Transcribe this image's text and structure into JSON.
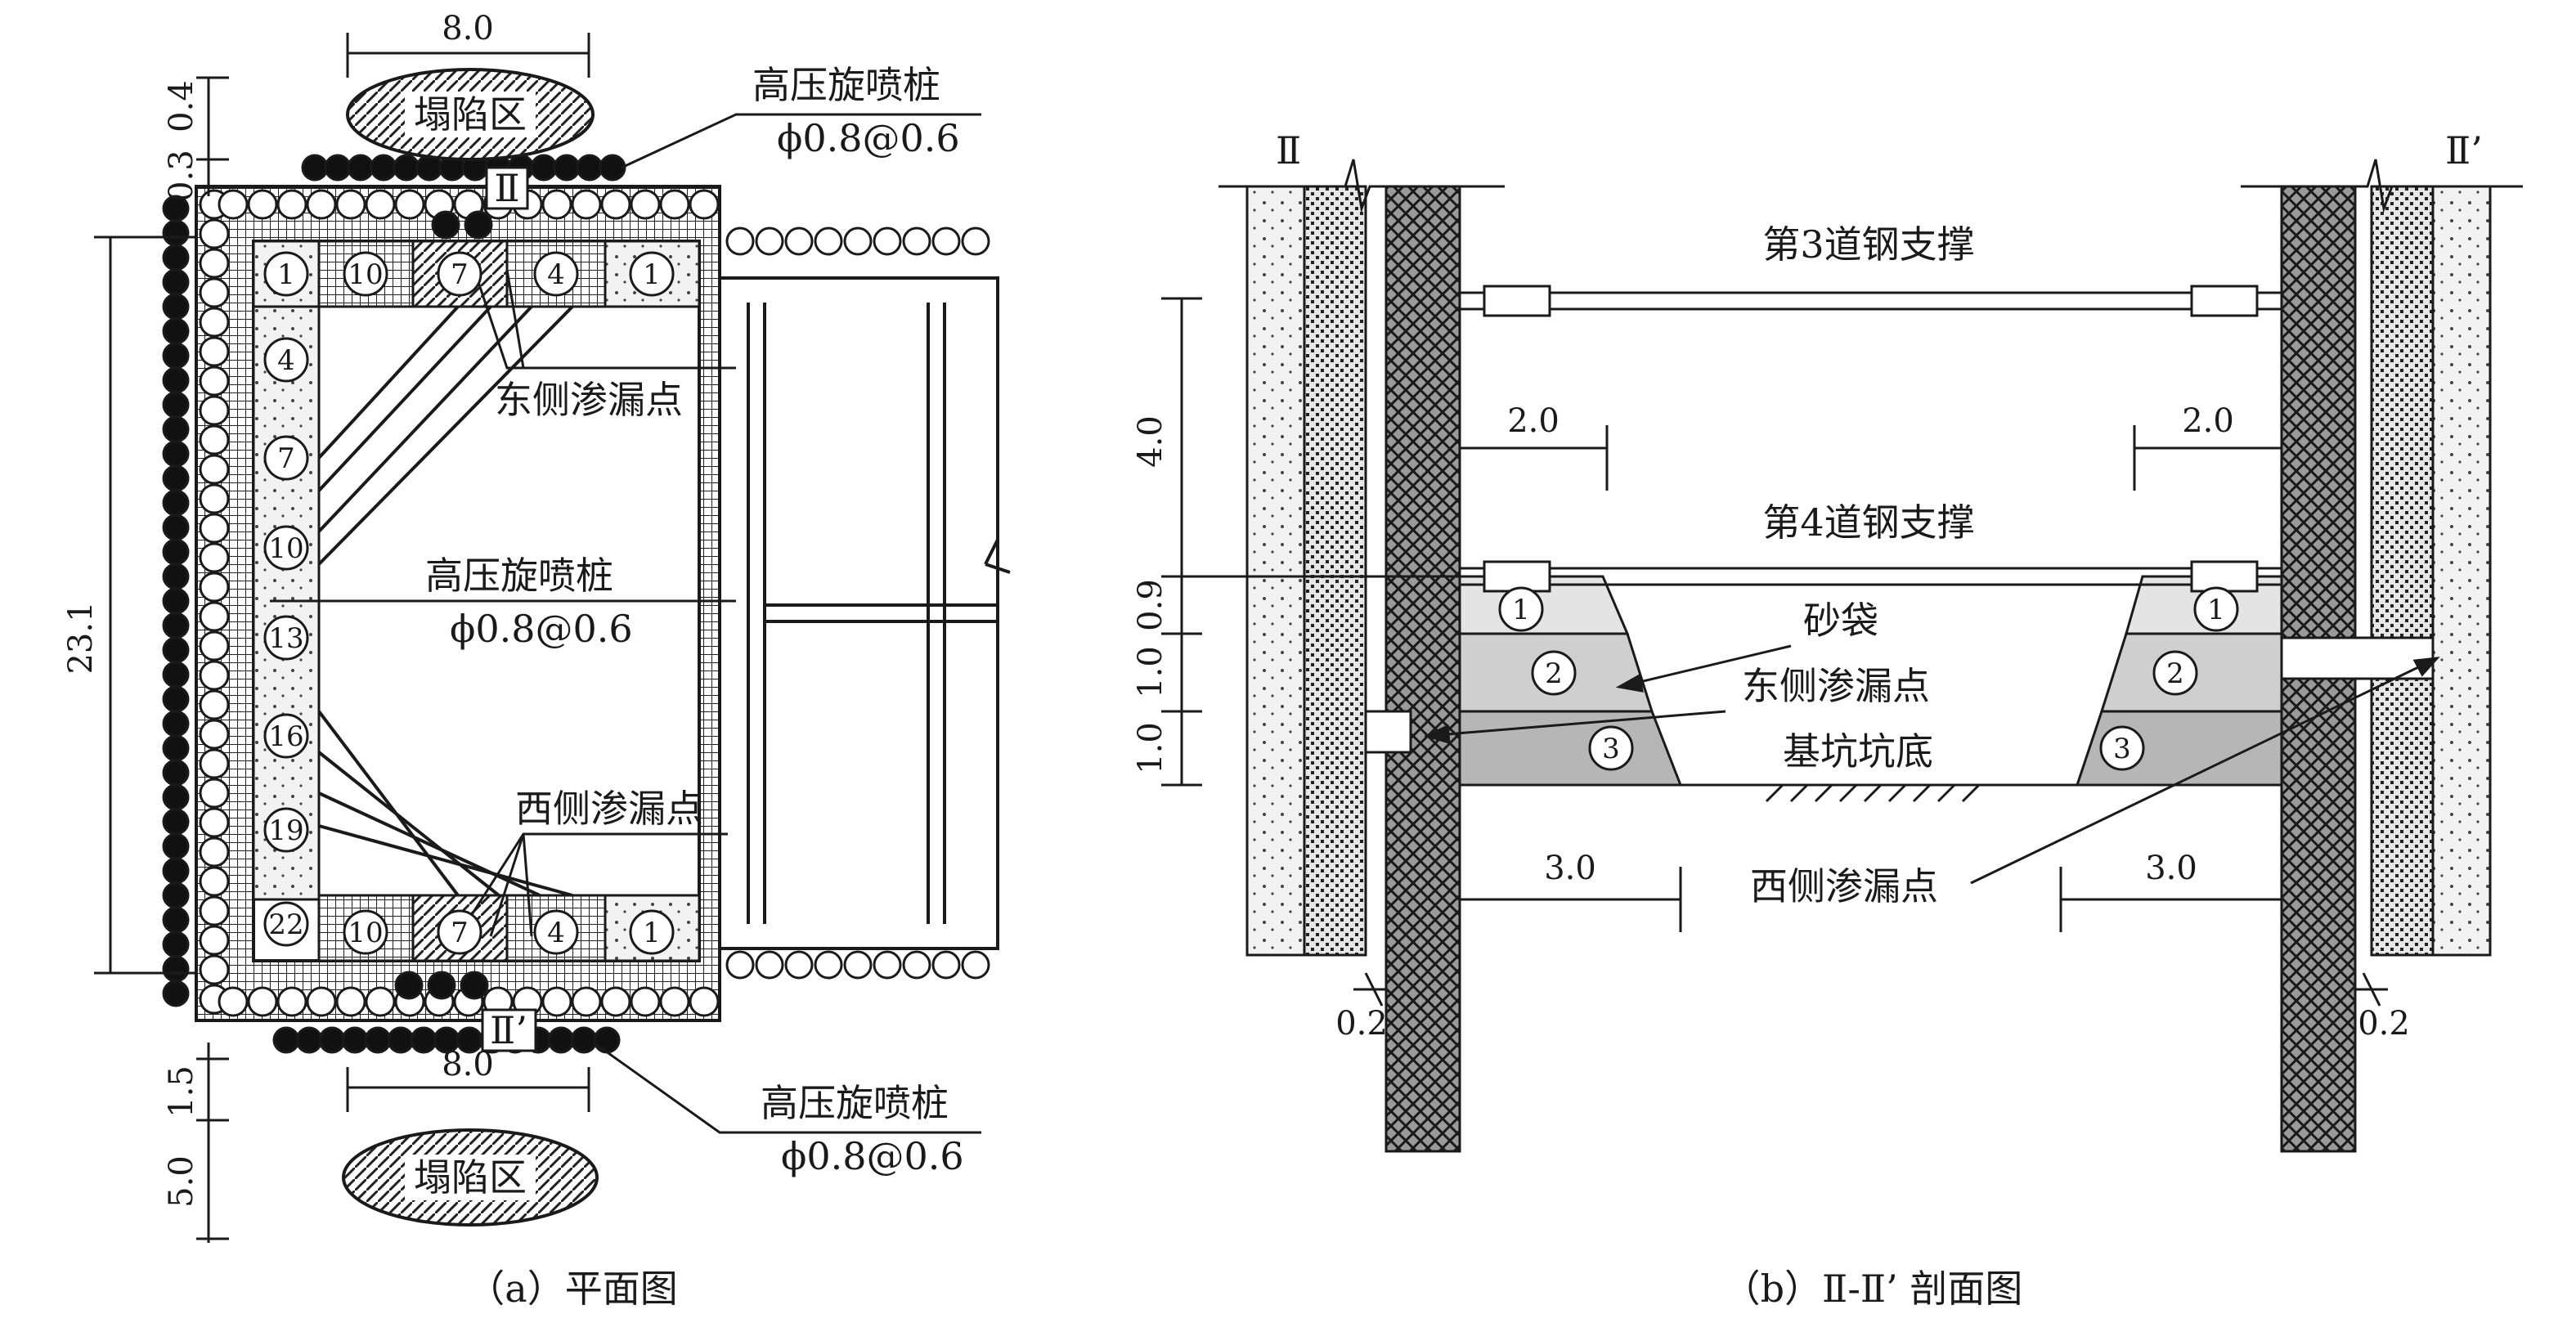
{
  "plan": {
    "caption": "（a）平面图",
    "dims": {
      "top_width": "8.0",
      "bottom_width": "8.0",
      "height": "23.1",
      "top_offsets": [
        "0.3",
        "0.4"
      ],
      "bottom_offsets": [
        "1.5",
        "5.0"
      ]
    },
    "collapse_top": "塌陷区",
    "collapse_bottom": "塌陷区",
    "jet_pile_top": {
      "line1": "高压旋喷桩",
      "line2": "ϕ0.8@0.6"
    },
    "jet_pile_middle": {
      "line1": "高压旋喷桩",
      "line2": "ϕ0.8@0.6"
    },
    "jet_pile_bottom": {
      "line1": "高压旋喷桩",
      "line2": "ϕ0.8@0.6"
    },
    "east_leak": "东侧渗漏点",
    "west_leak": "西侧渗漏点",
    "section_top": "Ⅱ",
    "section_bottom": "Ⅱ’",
    "top_row_numbers": [
      "1",
      "10",
      "7",
      "4",
      "1"
    ],
    "bottom_row_numbers": [
      "10",
      "7",
      "4",
      "1"
    ],
    "left_col_numbers": [
      "4",
      "7",
      "10",
      "13",
      "16",
      "19",
      "22"
    ]
  },
  "section": {
    "caption": "（b）Ⅱ-Ⅱ’ 剖面图",
    "left_mark": "Ⅱ",
    "right_mark": "Ⅱ’",
    "brace3": "第3道钢支撑",
    "brace4": "第4道钢支撑",
    "sandbag": "砂袋",
    "east_leak": "东侧渗漏点",
    "pit_bottom": "基坑坑底",
    "west_leak": "西侧渗漏点",
    "dims": {
      "v1": "4.0",
      "v2": "0.9",
      "v3": "1.0",
      "v4": "1.0",
      "h_left_top": "2.0",
      "h_right_top": "2.0",
      "h_left_bottom": "3.0",
      "h_right_bottom": "3.0",
      "wall_gap_left": "0.2",
      "wall_gap_right": "0.2"
    },
    "layers": [
      "1",
      "2",
      "3"
    ]
  }
}
